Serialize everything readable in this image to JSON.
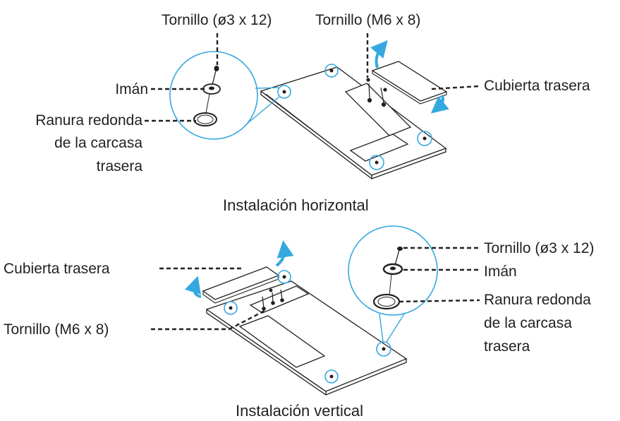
{
  "colors": {
    "accent": "#35a8e0",
    "line": "#231f20"
  },
  "horizontal": {
    "caption": "Instalación horizontal",
    "screw_small": "Tornillo (ø3 x 12)",
    "screw_m6": "Tornillo (M6 x 8)",
    "magnet": "Imán",
    "slot_line1": "Ranura redonda",
    "slot_line2": "de la carcasa",
    "slot_line3": "trasera",
    "back_cover": "Cubierta trasera"
  },
  "vertical": {
    "caption": "Instalación vertical",
    "back_cover": "Cubierta trasera",
    "screw_m6": "Tornillo (M6 x 8)",
    "screw_small": "Tornillo (ø3 x 12)",
    "magnet": "Imán",
    "slot_line1": "Ranura redonda",
    "slot_line2": "de la carcasa",
    "slot_line3": "trasera"
  }
}
